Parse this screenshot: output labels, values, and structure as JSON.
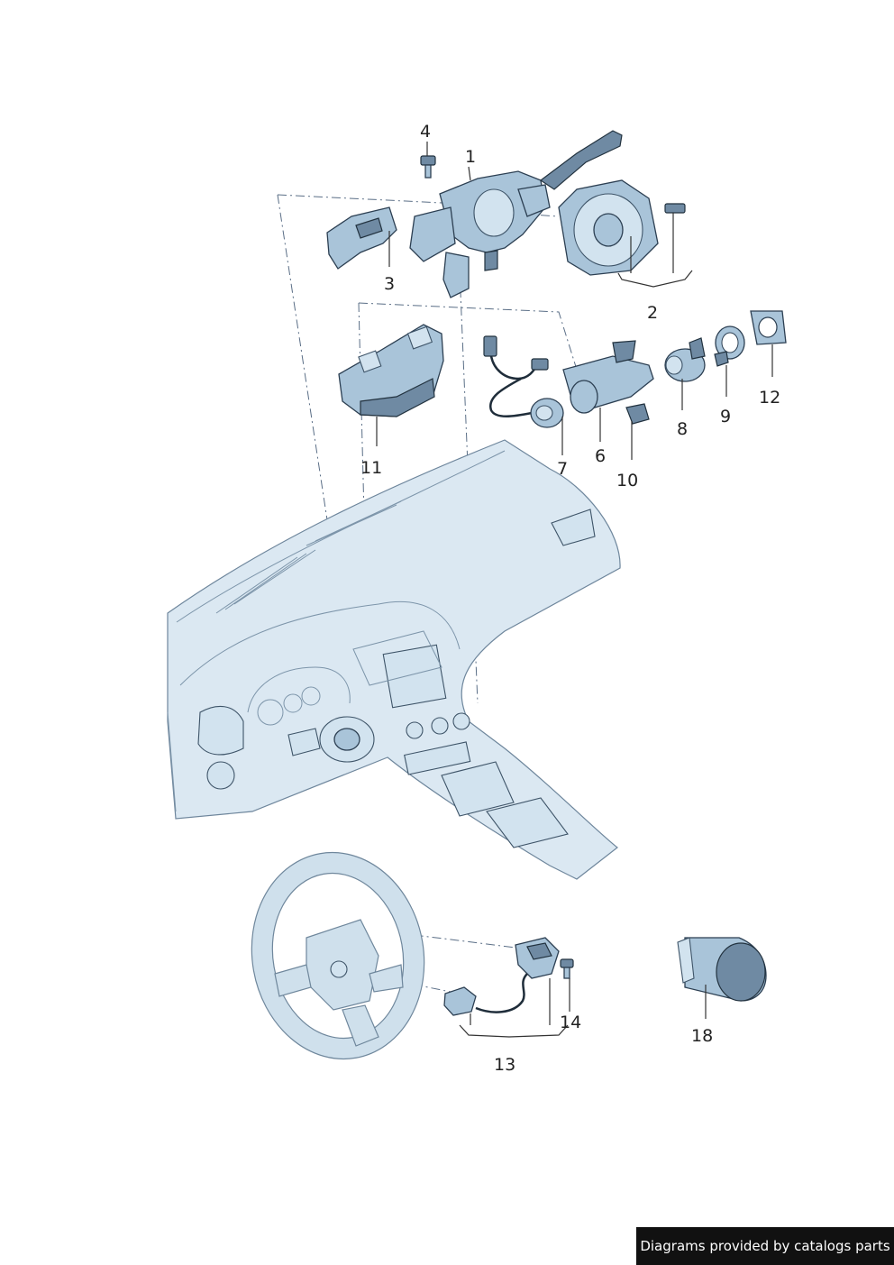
{
  "callouts": {
    "c1": "1",
    "c2": "2",
    "c3": "3",
    "c4": "4",
    "c6": "6",
    "c7": "7",
    "c8": "8",
    "c9": "9",
    "c10": "10",
    "c11": "11",
    "c12": "12",
    "c13": "13",
    "c14": "14",
    "c18": "18"
  },
  "footer": {
    "credit": "Diagrams provided by catalogs parts"
  },
  "colors": {
    "part_fill": "#a9c4d9",
    "part_outline": "#2c3f52",
    "credit_bg": "#111111"
  }
}
